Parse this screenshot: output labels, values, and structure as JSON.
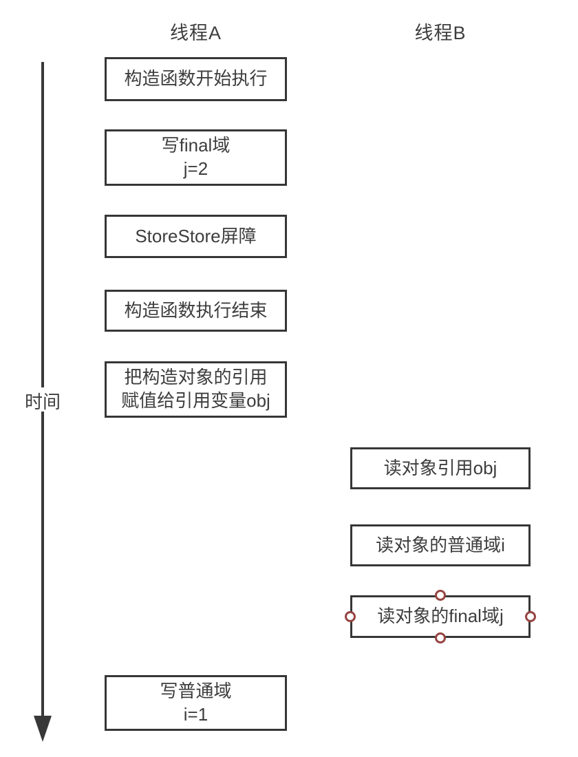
{
  "colors": {
    "background": "#ffffff",
    "box_border": "#363636",
    "text": "#3d3d3d",
    "axis": "#383838",
    "handle_border": "#964442",
    "handle_fill": "#ffffff"
  },
  "diagram": {
    "headers": {
      "thread_a": "线程A",
      "thread_b": "线程B"
    },
    "time_axis": {
      "label": "时间"
    },
    "thread_a_boxes": [
      {
        "label": "构造函数开始执行"
      },
      {
        "label": "写final域\nj=2"
      },
      {
        "label": "StoreStore屏障"
      },
      {
        "label": "构造函数执行结束"
      },
      {
        "label": "把构造对象的引用\n赋值给引用变量obj"
      },
      {
        "label": "写普通域\ni=1"
      }
    ],
    "thread_b_boxes": [
      {
        "label": "读对象引用obj"
      },
      {
        "label": "读对象的普通域i"
      },
      {
        "label": "读对象的final域j",
        "selected": true
      }
    ]
  }
}
